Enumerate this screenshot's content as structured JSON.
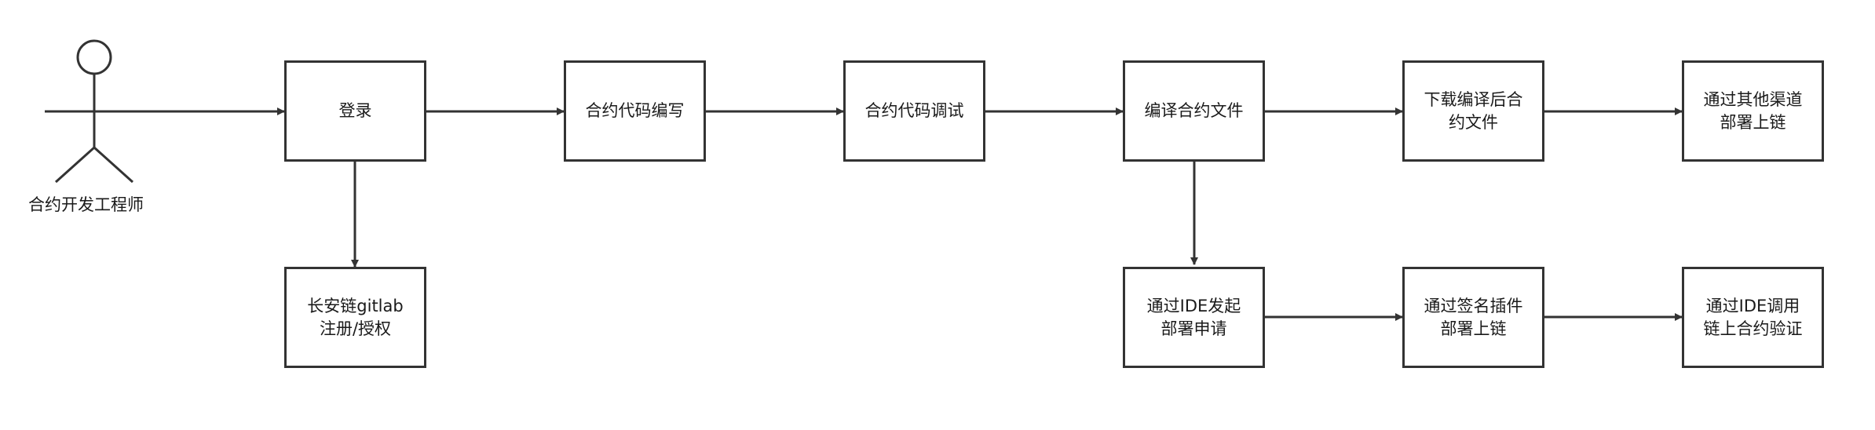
{
  "actor": {
    "label": "合约开发工程师"
  },
  "nodes": {
    "login": [
      "登录"
    ],
    "register": [
      "长安链gitlab",
      "注册/授权"
    ],
    "write": [
      "合约代码编写"
    ],
    "debug": [
      "合约代码调试"
    ],
    "compile": [
      "编译合约文件"
    ],
    "download": [
      "下载编译后合",
      "约文件"
    ],
    "deploy_other": [
      "通过其他渠道",
      "部署上链"
    ],
    "ide_apply": [
      "通过IDE发起",
      "部署申请"
    ],
    "sign_plugin": [
      "通过签名插件",
      "部署上链"
    ],
    "ide_verify": [
      "通过IDE调用",
      "链上合约验证"
    ]
  },
  "colors": {
    "stroke": "#333333",
    "text": "#1a1a1a",
    "background": "#ffffff"
  }
}
